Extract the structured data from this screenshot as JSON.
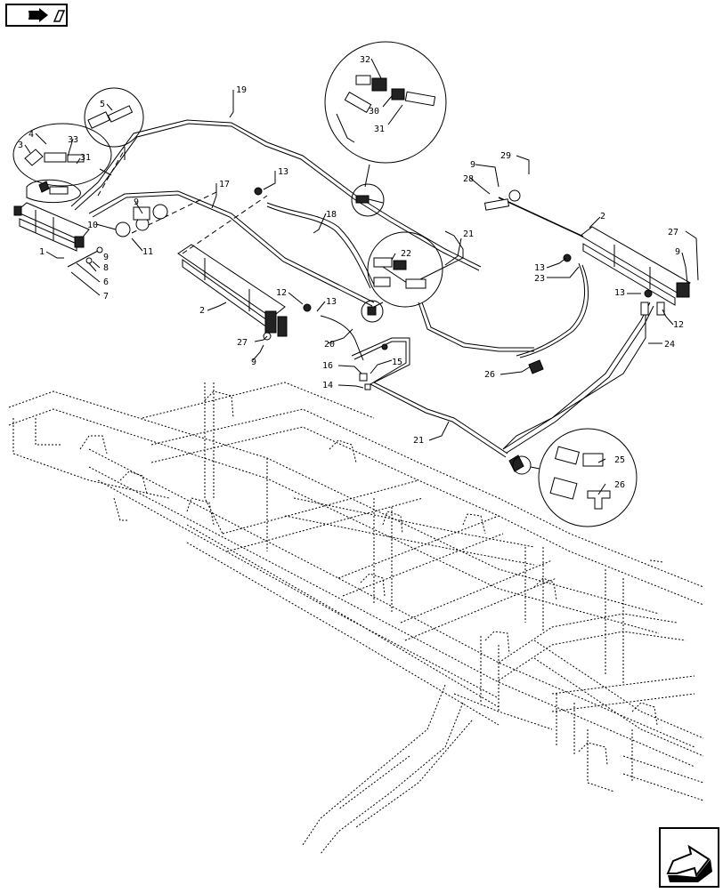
{
  "navigation": {
    "back_icon": "page-back-arrow-icon",
    "forward_icon": "page-forward-arrow-icon"
  },
  "callouts": [
    {
      "id": "c19",
      "label": "19"
    },
    {
      "id": "c17",
      "label": "17"
    },
    {
      "id": "c13a",
      "label": "13"
    },
    {
      "id": "c18",
      "label": "18"
    },
    {
      "id": "c5",
      "label": "5"
    },
    {
      "id": "c4",
      "label": "4"
    },
    {
      "id": "c3",
      "label": "3"
    },
    {
      "id": "c33",
      "label": "33"
    },
    {
      "id": "c31a",
      "label": "31"
    },
    {
      "id": "c32",
      "label": "32"
    },
    {
      "id": "c30",
      "label": "30"
    },
    {
      "id": "c31b",
      "label": "31"
    },
    {
      "id": "c29",
      "label": "29"
    },
    {
      "id": "c9a",
      "label": "9"
    },
    {
      "id": "c28",
      "label": "28"
    },
    {
      "id": "c2a",
      "label": "2"
    },
    {
      "id": "c27a",
      "label": "27"
    },
    {
      "id": "c9b",
      "label": "9"
    },
    {
      "id": "c1",
      "label": "1"
    },
    {
      "id": "c10",
      "label": "10"
    },
    {
      "id": "c9c",
      "label": "9"
    },
    {
      "id": "c11",
      "label": "11"
    },
    {
      "id": "c8",
      "label": "8"
    },
    {
      "id": "c9d",
      "label": "9"
    },
    {
      "id": "c6",
      "label": "6"
    },
    {
      "id": "c7",
      "label": "7"
    },
    {
      "id": "c21a",
      "label": "21"
    },
    {
      "id": "c22",
      "label": "22"
    },
    {
      "id": "c13b",
      "label": "13"
    },
    {
      "id": "c23",
      "label": "23"
    },
    {
      "id": "c13c",
      "label": "13"
    },
    {
      "id": "c12a",
      "label": "12"
    },
    {
      "id": "c12b",
      "label": "12"
    },
    {
      "id": "c13d",
      "label": "13"
    },
    {
      "id": "c2b",
      "label": "2"
    },
    {
      "id": "c20",
      "label": "20"
    },
    {
      "id": "c27b",
      "label": "27"
    },
    {
      "id": "c9e",
      "label": "9"
    },
    {
      "id": "c24",
      "label": "24"
    },
    {
      "id": "c16",
      "label": "16"
    },
    {
      "id": "c15",
      "label": "15"
    },
    {
      "id": "c14",
      "label": "14"
    },
    {
      "id": "c26a",
      "label": "26"
    },
    {
      "id": "c21b",
      "label": "21"
    },
    {
      "id": "c25",
      "label": "25"
    },
    {
      "id": "c26b",
      "label": "26"
    }
  ]
}
